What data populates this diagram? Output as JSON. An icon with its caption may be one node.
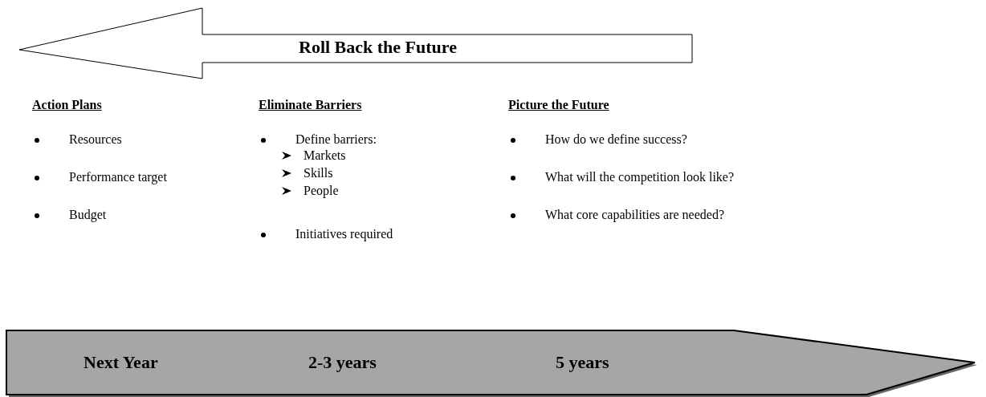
{
  "diagram": {
    "nodes": [
      {
        "text": [
          "Roll Back the Future"
        ]
      },
      {
        "text": [
          "Next Year",
          "2-3 years",
          "5 years"
        ]
      }
    ],
    "labels": [
      "Action Plans",
      "Resources",
      "Performance target",
      "Budget",
      "Eliminate Barriers",
      "Define barriers:",
      "Markets",
      "Skills",
      "People",
      "Initiatives required",
      "Picture the Future",
      "How do we define success?",
      "What will the competition look like?",
      "What core capabilities are needed?"
    ]
  }
}
